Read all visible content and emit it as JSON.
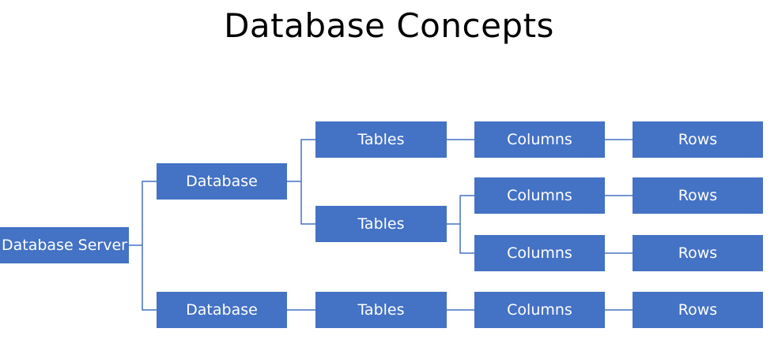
{
  "title": "Database Concepts",
  "colors": {
    "background": "#FFFFFF",
    "node_fill": "#4472C4",
    "node_text": "#FFFFFF",
    "connector": "#4472C4",
    "title_color": "#000000"
  },
  "nodes": {
    "server": {
      "label": "Database Server"
    },
    "database1": {
      "label": "Database"
    },
    "database2": {
      "label": "Database"
    },
    "tables1": {
      "label": "Tables"
    },
    "tables2": {
      "label": "Tables"
    },
    "tables3": {
      "label": "Tables"
    },
    "columns1": {
      "label": "Columns"
    },
    "columns2": {
      "label": "Columns"
    },
    "columns3": {
      "label": "Columns"
    },
    "columns4": {
      "label": "Columns"
    },
    "rows1": {
      "label": "Rows"
    },
    "rows2": {
      "label": "Rows"
    },
    "rows3": {
      "label": "Rows"
    },
    "rows4": {
      "label": "Rows"
    }
  },
  "edges": [
    [
      "server",
      "database1"
    ],
    [
      "server",
      "database2"
    ],
    [
      "database1",
      "tables1"
    ],
    [
      "database1",
      "tables2"
    ],
    [
      "database2",
      "tables3"
    ],
    [
      "tables1",
      "columns1"
    ],
    [
      "tables2",
      "columns2"
    ],
    [
      "tables2",
      "columns3"
    ],
    [
      "tables3",
      "columns4"
    ],
    [
      "columns1",
      "rows1"
    ],
    [
      "columns2",
      "rows2"
    ],
    [
      "columns3",
      "rows3"
    ],
    [
      "columns4",
      "rows4"
    ]
  ]
}
